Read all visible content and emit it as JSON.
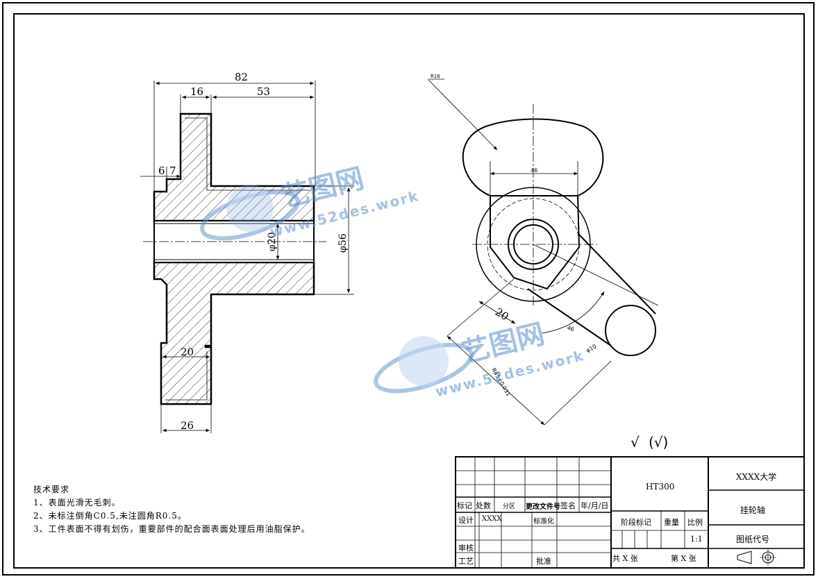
{
  "dimensions": {
    "overall_length": "82",
    "flange_offset": "16",
    "hub_length": "53",
    "chamfer_a": "6",
    "chamfer_b": "7",
    "bore_dia": "φ20",
    "hub_dia": "φ56",
    "groove_width": "20",
    "flange_width": "26",
    "arm_width": "20",
    "radius_label": "R16",
    "top_width": "46",
    "arm_offset": "46",
    "arm_radius": "φ10",
    "arm_length": "R45±0.031"
  },
  "roughness": {
    "symbol": "√",
    "note": "(√)"
  },
  "tech_requirements": {
    "heading": "技术要求",
    "items": [
      "1、表面光滑无毛刺。",
      "2、未标注倒角C0.5,未注圆角R0.5。",
      "3、工件表面不得有划伤，重要部件的配合面表面处理后用油脂保护。"
    ]
  },
  "title_block": {
    "material": "HT300",
    "school": "XXXX大学",
    "part_name": "挂轮轴",
    "drawing_code": "图纸代号",
    "row_marks": [
      "标记",
      "处数",
      "分区",
      "更改文件号",
      "签名",
      "年/月/日"
    ],
    "design_label": "设计",
    "designer": "XXXX",
    "standard_label": "标准化",
    "stage_label": "阶段标记",
    "weight_label": "重量",
    "scale_label": "比例",
    "scale": "1:1",
    "review_label": "审核",
    "process_label": "工艺",
    "approve_label": "批准",
    "total_sheets": "共 X 张",
    "sheet_no": "第 X 张"
  },
  "watermark": {
    "brand": "艺图网",
    "url": "www.52des.work"
  }
}
